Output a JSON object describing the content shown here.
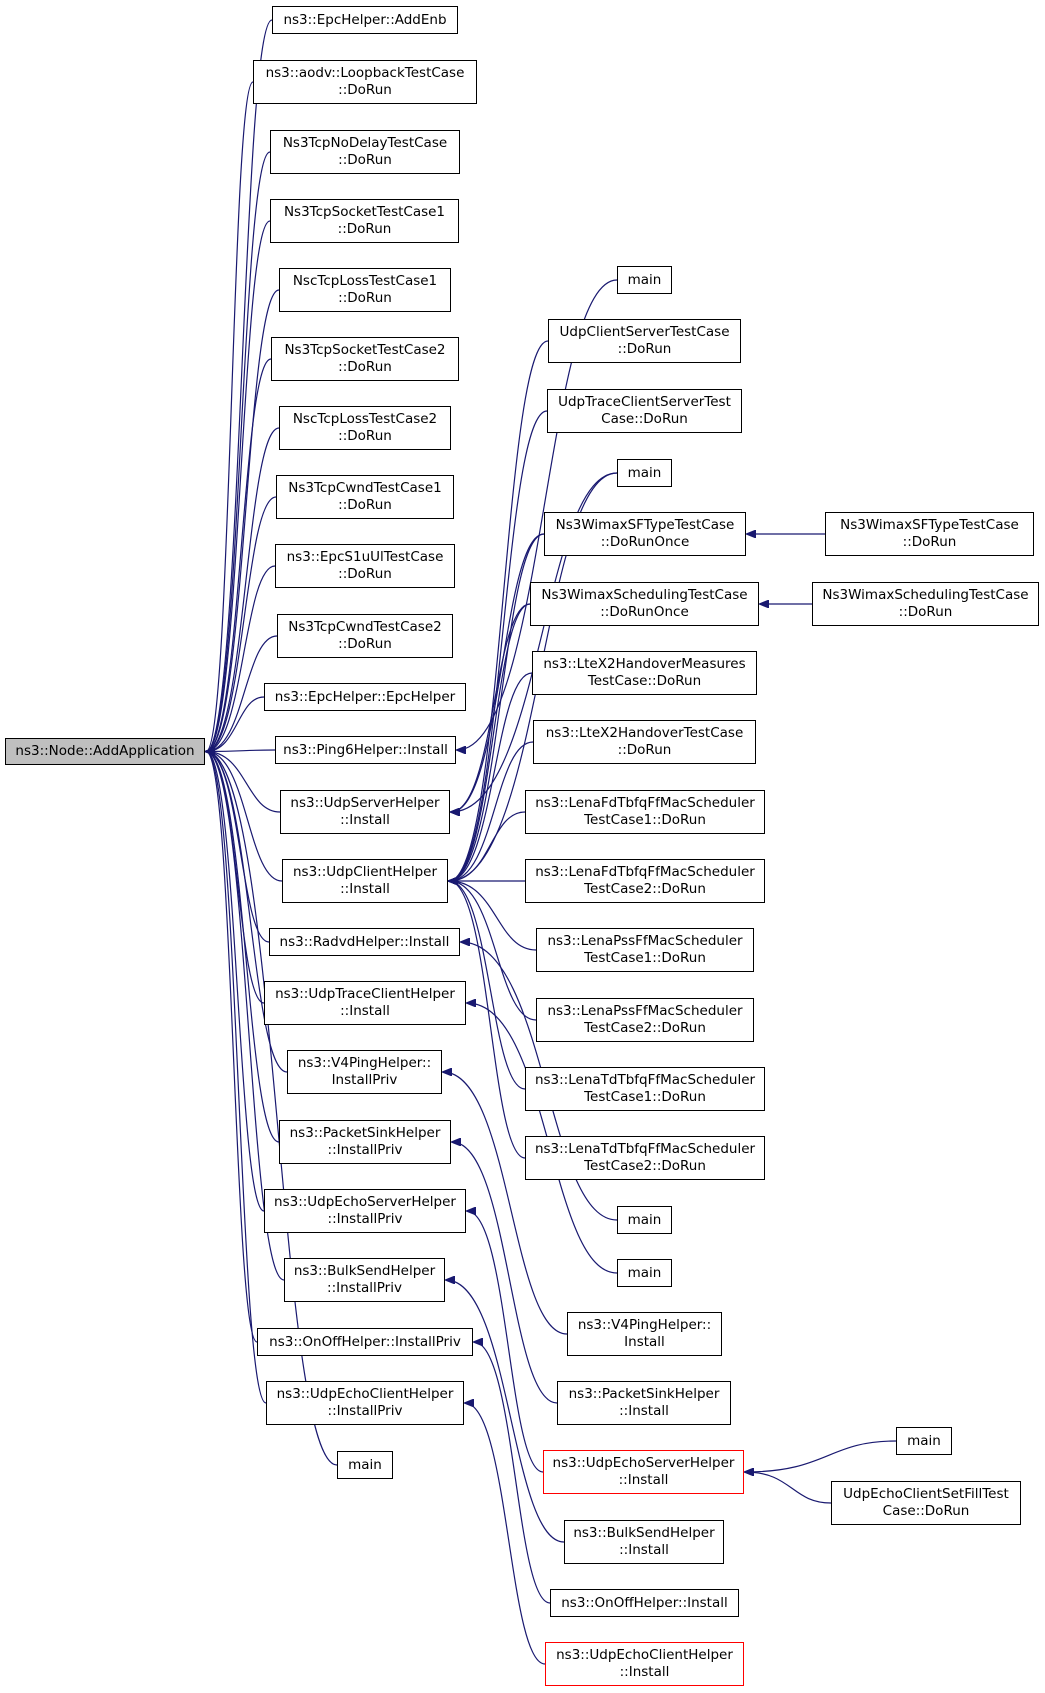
{
  "colors": {
    "edge": "#191970",
    "node_border": "#000000",
    "root_fill": "#bfbfbf",
    "highlight_border": "#ff0000",
    "background": "#ffffff"
  },
  "nodes": [
    {
      "id": "root",
      "lines": [
        "ns3::Node::AddApplication"
      ],
      "style": "root"
    },
    {
      "id": "c0",
      "lines": [
        "ns3::EpcHelper::AddEnb"
      ]
    },
    {
      "id": "c1",
      "lines": [
        "ns3::aodv::LoopbackTestCase",
        "::DoRun"
      ]
    },
    {
      "id": "c2",
      "lines": [
        "Ns3TcpNoDelayTestCase",
        "::DoRun"
      ]
    },
    {
      "id": "c3",
      "lines": [
        "Ns3TcpSocketTestCase1",
        "::DoRun"
      ]
    },
    {
      "id": "c4",
      "lines": [
        "NscTcpLossTestCase1",
        "::DoRun"
      ]
    },
    {
      "id": "c5",
      "lines": [
        "Ns3TcpSocketTestCase2",
        "::DoRun"
      ]
    },
    {
      "id": "c6",
      "lines": [
        "NscTcpLossTestCase2",
        "::DoRun"
      ]
    },
    {
      "id": "c7",
      "lines": [
        "Ns3TcpCwndTestCase1",
        "::DoRun"
      ]
    },
    {
      "id": "c8",
      "lines": [
        "ns3::EpcS1uUlTestCase",
        "::DoRun"
      ]
    },
    {
      "id": "c9",
      "lines": [
        "Ns3TcpCwndTestCase2",
        "::DoRun"
      ]
    },
    {
      "id": "c10",
      "lines": [
        "ns3::EpcHelper::EpcHelper"
      ]
    },
    {
      "id": "c11",
      "lines": [
        "ns3::Ping6Helper::Install"
      ]
    },
    {
      "id": "c12",
      "lines": [
        "ns3::UdpServerHelper",
        "::Install"
      ]
    },
    {
      "id": "c13",
      "lines": [
        "ns3::UdpClientHelper",
        "::Install"
      ]
    },
    {
      "id": "c14",
      "lines": [
        "ns3::RadvdHelper::Install"
      ]
    },
    {
      "id": "c15",
      "lines": [
        "ns3::UdpTraceClientHelper",
        "::Install"
      ]
    },
    {
      "id": "c16",
      "lines": [
        "ns3::V4PingHelper::",
        "InstallPriv"
      ]
    },
    {
      "id": "c17",
      "lines": [
        "ns3::PacketSinkHelper",
        "::InstallPriv"
      ]
    },
    {
      "id": "c18",
      "lines": [
        "ns3::UdpEchoServerHelper",
        "::InstallPriv"
      ]
    },
    {
      "id": "c19",
      "lines": [
        "ns3::BulkSendHelper",
        "::InstallPriv"
      ]
    },
    {
      "id": "c20",
      "lines": [
        "ns3::OnOffHelper::InstallPriv"
      ]
    },
    {
      "id": "c21",
      "lines": [
        "ns3::UdpEchoClientHelper",
        "::InstallPriv"
      ]
    },
    {
      "id": "c22",
      "lines": [
        "main"
      ]
    },
    {
      "id": "d0",
      "lines": [
        "main"
      ]
    },
    {
      "id": "d1",
      "lines": [
        "UdpClientServerTestCase",
        "::DoRun"
      ]
    },
    {
      "id": "d2",
      "lines": [
        "UdpTraceClientServerTest",
        "Case::DoRun"
      ]
    },
    {
      "id": "d3",
      "lines": [
        "main"
      ]
    },
    {
      "id": "d4",
      "lines": [
        "Ns3WimaxSFTypeTestCase",
        "::DoRunOnce"
      ]
    },
    {
      "id": "d5",
      "lines": [
        "Ns3WimaxSchedulingTestCase",
        "::DoRunOnce"
      ]
    },
    {
      "id": "d6",
      "lines": [
        "ns3::LteX2HandoverMeasures",
        "TestCase::DoRun"
      ]
    },
    {
      "id": "d7",
      "lines": [
        "ns3::LteX2HandoverTestCase",
        "::DoRun"
      ]
    },
    {
      "id": "d8",
      "lines": [
        "ns3::LenaFdTbfqFfMacScheduler",
        "TestCase1::DoRun"
      ]
    },
    {
      "id": "d9",
      "lines": [
        "ns3::LenaFdTbfqFfMacScheduler",
        "TestCase2::DoRun"
      ]
    },
    {
      "id": "d10",
      "lines": [
        "ns3::LenaPssFfMacScheduler",
        "TestCase1::DoRun"
      ]
    },
    {
      "id": "d11",
      "lines": [
        "ns3::LenaPssFfMacScheduler",
        "TestCase2::DoRun"
      ]
    },
    {
      "id": "d12",
      "lines": [
        "ns3::LenaTdTbfqFfMacScheduler",
        "TestCase1::DoRun"
      ]
    },
    {
      "id": "d13",
      "lines": [
        "ns3::LenaTdTbfqFfMacScheduler",
        "TestCase2::DoRun"
      ]
    },
    {
      "id": "d14",
      "lines": [
        "main"
      ]
    },
    {
      "id": "d15",
      "lines": [
        "main"
      ]
    },
    {
      "id": "d16",
      "lines": [
        "ns3::V4PingHelper::",
        "Install"
      ]
    },
    {
      "id": "d17",
      "lines": [
        "ns3::PacketSinkHelper",
        "::Install"
      ]
    },
    {
      "id": "d18",
      "lines": [
        "ns3::UdpEchoServerHelper",
        "::Install"
      ],
      "style": "red"
    },
    {
      "id": "d19",
      "lines": [
        "ns3::BulkSendHelper",
        "::Install"
      ]
    },
    {
      "id": "d20",
      "lines": [
        "ns3::OnOffHelper::Install"
      ]
    },
    {
      "id": "d21",
      "lines": [
        "ns3::UdpEchoClientHelper",
        "::Install"
      ],
      "style": "red"
    },
    {
      "id": "e0",
      "lines": [
        "Ns3WimaxSFTypeTestCase",
        "::DoRun"
      ]
    },
    {
      "id": "e1",
      "lines": [
        "Ns3WimaxSchedulingTestCase",
        "::DoRun"
      ]
    },
    {
      "id": "e2",
      "lines": [
        "main"
      ]
    },
    {
      "id": "e3",
      "lines": [
        "UdpEchoClientSetFillTest",
        "Case::DoRun"
      ]
    }
  ],
  "edges": [
    [
      "c0",
      "root"
    ],
    [
      "c1",
      "root"
    ],
    [
      "c2",
      "root"
    ],
    [
      "c3",
      "root"
    ],
    [
      "c4",
      "root"
    ],
    [
      "c5",
      "root"
    ],
    [
      "c6",
      "root"
    ],
    [
      "c7",
      "root"
    ],
    [
      "c8",
      "root"
    ],
    [
      "c9",
      "root"
    ],
    [
      "c10",
      "root"
    ],
    [
      "c11",
      "root"
    ],
    [
      "c12",
      "root"
    ],
    [
      "c13",
      "root"
    ],
    [
      "c14",
      "root"
    ],
    [
      "c15",
      "root"
    ],
    [
      "c16",
      "root"
    ],
    [
      "c17",
      "root"
    ],
    [
      "c18",
      "root"
    ],
    [
      "c19",
      "root"
    ],
    [
      "c20",
      "root"
    ],
    [
      "c21",
      "root"
    ],
    [
      "c22",
      "root"
    ],
    [
      "d0",
      "c11"
    ],
    [
      "d3",
      "c12"
    ],
    [
      "d4",
      "c12"
    ],
    [
      "d5",
      "c12"
    ],
    [
      "d1",
      "c13"
    ],
    [
      "d2",
      "c13"
    ],
    [
      "d3",
      "c13"
    ],
    [
      "d4",
      "c13"
    ],
    [
      "d5",
      "c13"
    ],
    [
      "d6",
      "c13"
    ],
    [
      "d7",
      "c13"
    ],
    [
      "d8",
      "c13"
    ],
    [
      "d9",
      "c13"
    ],
    [
      "d10",
      "c13"
    ],
    [
      "d11",
      "c13"
    ],
    [
      "d12",
      "c13"
    ],
    [
      "d13",
      "c13"
    ],
    [
      "d14",
      "c14"
    ],
    [
      "d15",
      "c15"
    ],
    [
      "d16",
      "c16"
    ],
    [
      "d17",
      "c17"
    ],
    [
      "d18",
      "c18"
    ],
    [
      "d19",
      "c19"
    ],
    [
      "d20",
      "c20"
    ],
    [
      "d21",
      "c21"
    ],
    [
      "e0",
      "d4"
    ],
    [
      "e1",
      "d5"
    ],
    [
      "e2",
      "d18"
    ],
    [
      "e3",
      "d18"
    ]
  ]
}
